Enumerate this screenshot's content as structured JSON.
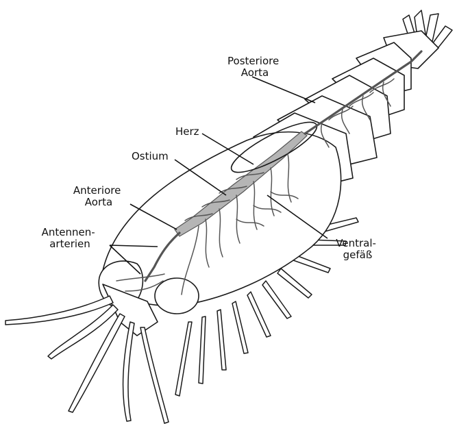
{
  "labels": {
    "posteriore_aorta": [
      "Posteriore",
      "Aorta"
    ],
    "herz": "Herz",
    "ostium": "Ostium",
    "anteriore_aorta": [
      "Anteriore",
      "Aorta"
    ],
    "antennenarterien": [
      "Antennen-",
      "arterien"
    ],
    "ventralgefaess": [
      "Ventral-",
      "gefäß"
    ]
  },
  "colors": {
    "outline": "#1a1a1a",
    "vessel": "#555555",
    "heart_fill": "#b5b5b5",
    "text": "#111111"
  }
}
